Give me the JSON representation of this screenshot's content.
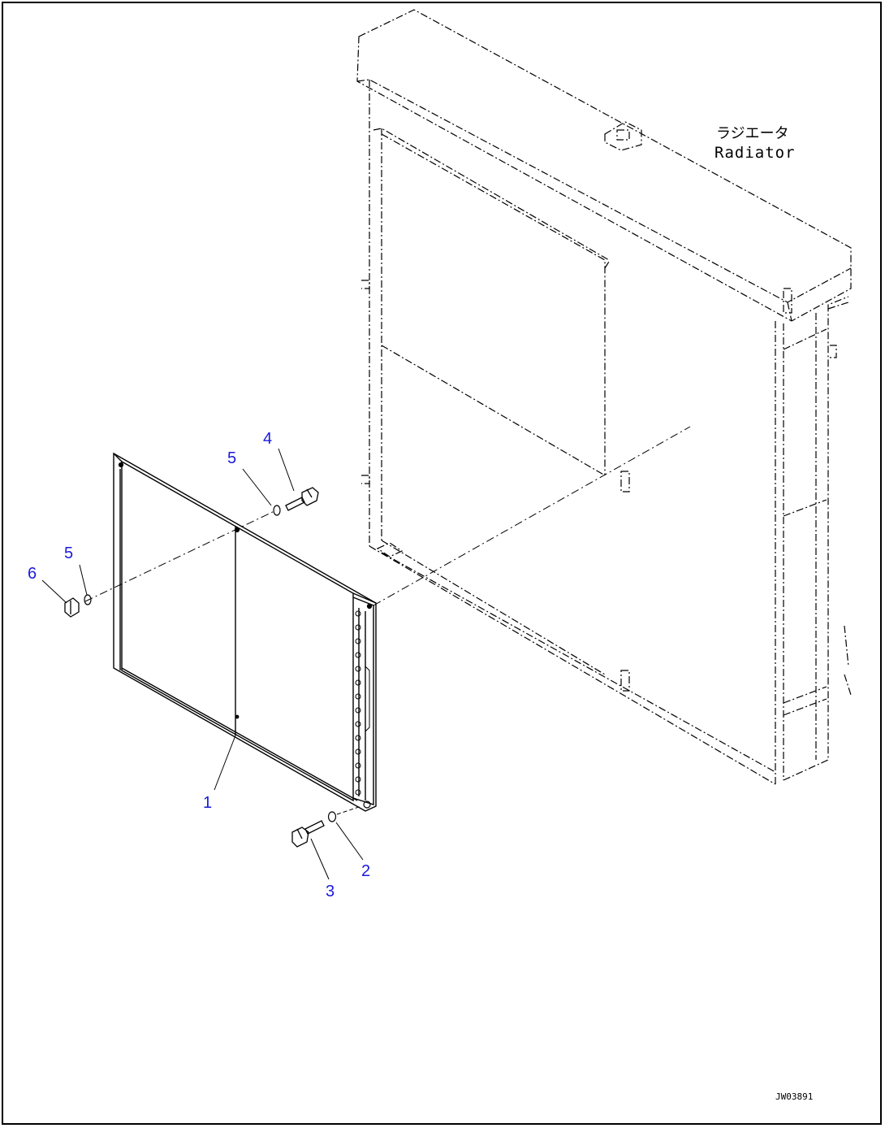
{
  "callouts": [
    {
      "id": "1",
      "text": "1"
    },
    {
      "id": "2",
      "text": "2"
    },
    {
      "id": "3",
      "text": "3"
    },
    {
      "id": "4",
      "text": "4"
    },
    {
      "id": "5a",
      "text": "5"
    },
    {
      "id": "5b",
      "text": "5"
    },
    {
      "id": "6",
      "text": "6"
    }
  ],
  "radiator_label": {
    "jp": "ラジエータ",
    "en": "Radiator"
  },
  "drawing_code": "JW03891"
}
